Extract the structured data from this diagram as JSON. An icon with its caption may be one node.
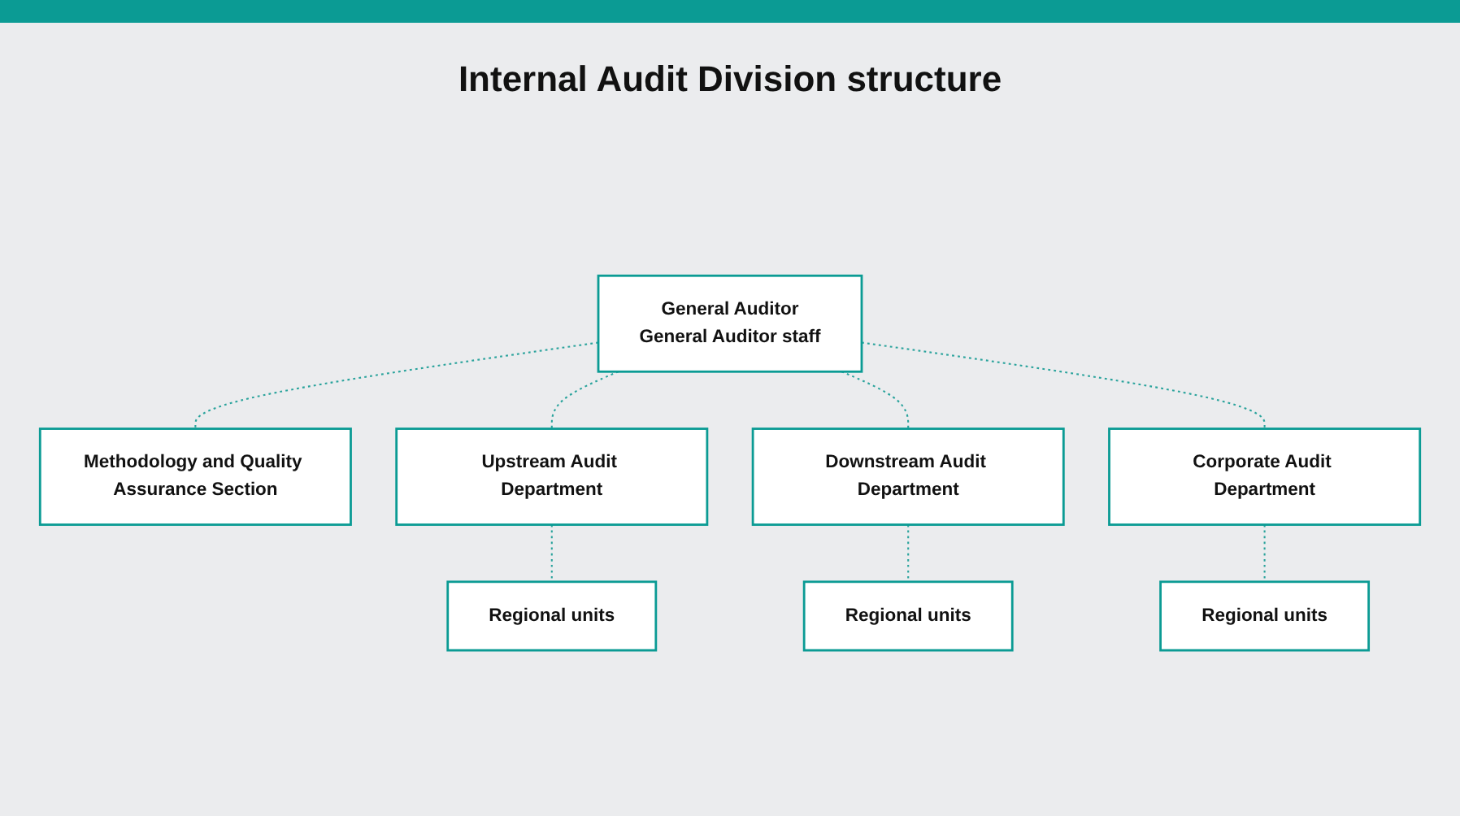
{
  "diagram": {
    "title": "Internal Audit Division structure",
    "nodes": [
      {
        "text": [
          "General Auditor",
          "General Auditor staff"
        ]
      },
      {
        "text": [
          "Methodology and Quality Assurance Section"
        ]
      },
      {
        "text": [
          "Upstream Audit Department"
        ]
      },
      {
        "text": [
          "Downstream Audit Department"
        ]
      },
      {
        "text": [
          "Corporate Audit Department"
        ]
      },
      {
        "text": [
          "Regional units"
        ]
      },
      {
        "text": [
          "Regional units"
        ]
      },
      {
        "text": [
          "Regional units"
        ]
      }
    ],
    "edges": [
      {
        "from": 0,
        "to": 1,
        "arrow": "none",
        "style": "dashed"
      },
      {
        "from": 0,
        "to": 2,
        "arrow": "none",
        "style": "dashed"
      },
      {
        "from": 0,
        "to": 3,
        "arrow": "none",
        "style": "dashed"
      },
      {
        "from": 0,
        "to": 4,
        "arrow": "none",
        "style": "dashed"
      },
      {
        "from": 2,
        "to": 5,
        "arrow": "none",
        "style": "dashed"
      },
      {
        "from": 3,
        "to": 6,
        "arrow": "none",
        "style": "dashed"
      },
      {
        "from": 4,
        "to": 7,
        "arrow": "none",
        "style": "dashed"
      }
    ]
  }
}
